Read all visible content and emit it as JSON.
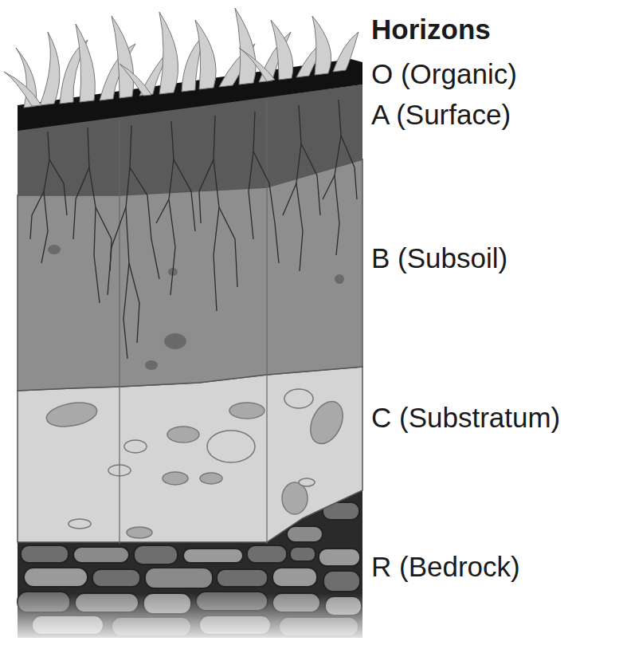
{
  "diagram": {
    "title": "Horizons",
    "labels": [
      "O (Organic)",
      "A (Surface)",
      "B (Subsoil)",
      "C (Substratum)",
      "R (Bedrock)"
    ]
  }
}
